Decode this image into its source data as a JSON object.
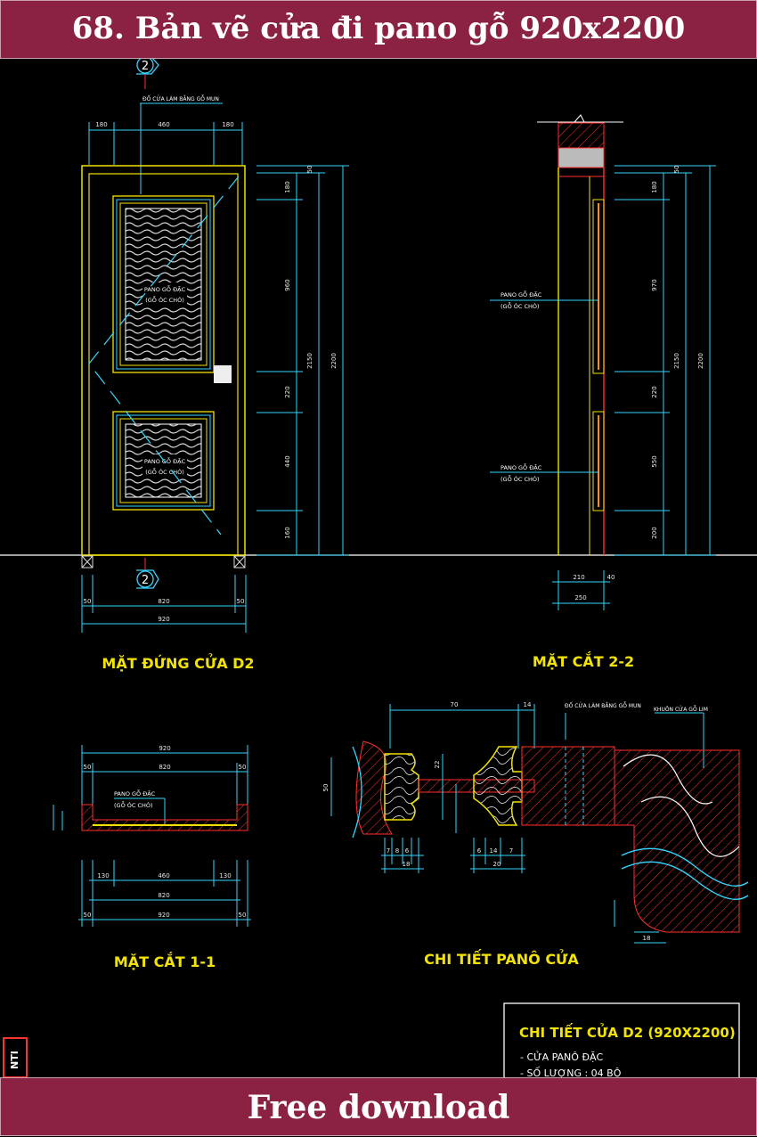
{
  "header": {
    "title": "68. Bản vẽ cửa đi pano gỗ 920x2200"
  },
  "footer": {
    "label": "Free download"
  },
  "colors": {
    "banner": "#8b2242",
    "cad_bg": "#000000",
    "yellow": "#f2e300",
    "cyan": "#35d6ff",
    "red": "#ff2a2a"
  },
  "drawing": {
    "section_marker": "2",
    "elevation_title": "MẶT ĐỨNG CỬA D2",
    "section22_title": "MẶT CẮT 2-2",
    "section11_title": "MẶT CẮT 1-1",
    "panel_detail_title": "CHI TIẾT PANÔ CỬA",
    "frame_note": "ĐỐ CỬA LÀM BẰNG GỖ MUN",
    "frame_note2": "ĐỐ CỬA LÀM BẰNG GỖ MUN",
    "jamb_note": "KHUÔN CỬA GỖ LIM",
    "panel_label_1": "PANO GỖ ĐẶC",
    "panel_label_2": "(GỖ ÓC CHÓ)",
    "elevation_top_dims": [
      "180",
      "460",
      "180"
    ],
    "elevation_bottom_dims": [
      "50",
      "820",
      "50",
      "920"
    ],
    "elevation_side_dims": [
      "180",
      "960",
      "220",
      "440",
      "160",
      "2150",
      "2200",
      "50"
    ],
    "section22_side_dims": [
      "180",
      "970",
      "220",
      "550",
      "200",
      "2150",
      "2200",
      "50"
    ],
    "section22_bottom_dims": [
      "210",
      "40",
      "250"
    ],
    "section11_dims": [
      "920",
      "820",
      "50",
      "50",
      "130",
      "460",
      "130",
      "820",
      "920",
      "50",
      "50"
    ],
    "detail_dims": [
      "70",
      "14",
      "22",
      "50",
      "7",
      "8",
      "6",
      "6",
      "14",
      "7",
      "20",
      "18",
      "18"
    ],
    "spec_box": {
      "title": "CHI TIẾT CỬA D2 (920X2200)",
      "line1": "- CỬA PANÔ ĐẶC",
      "line2": "- SỐ LƯỢNG : 04 BỘ"
    },
    "edge_text": "NTI"
  }
}
